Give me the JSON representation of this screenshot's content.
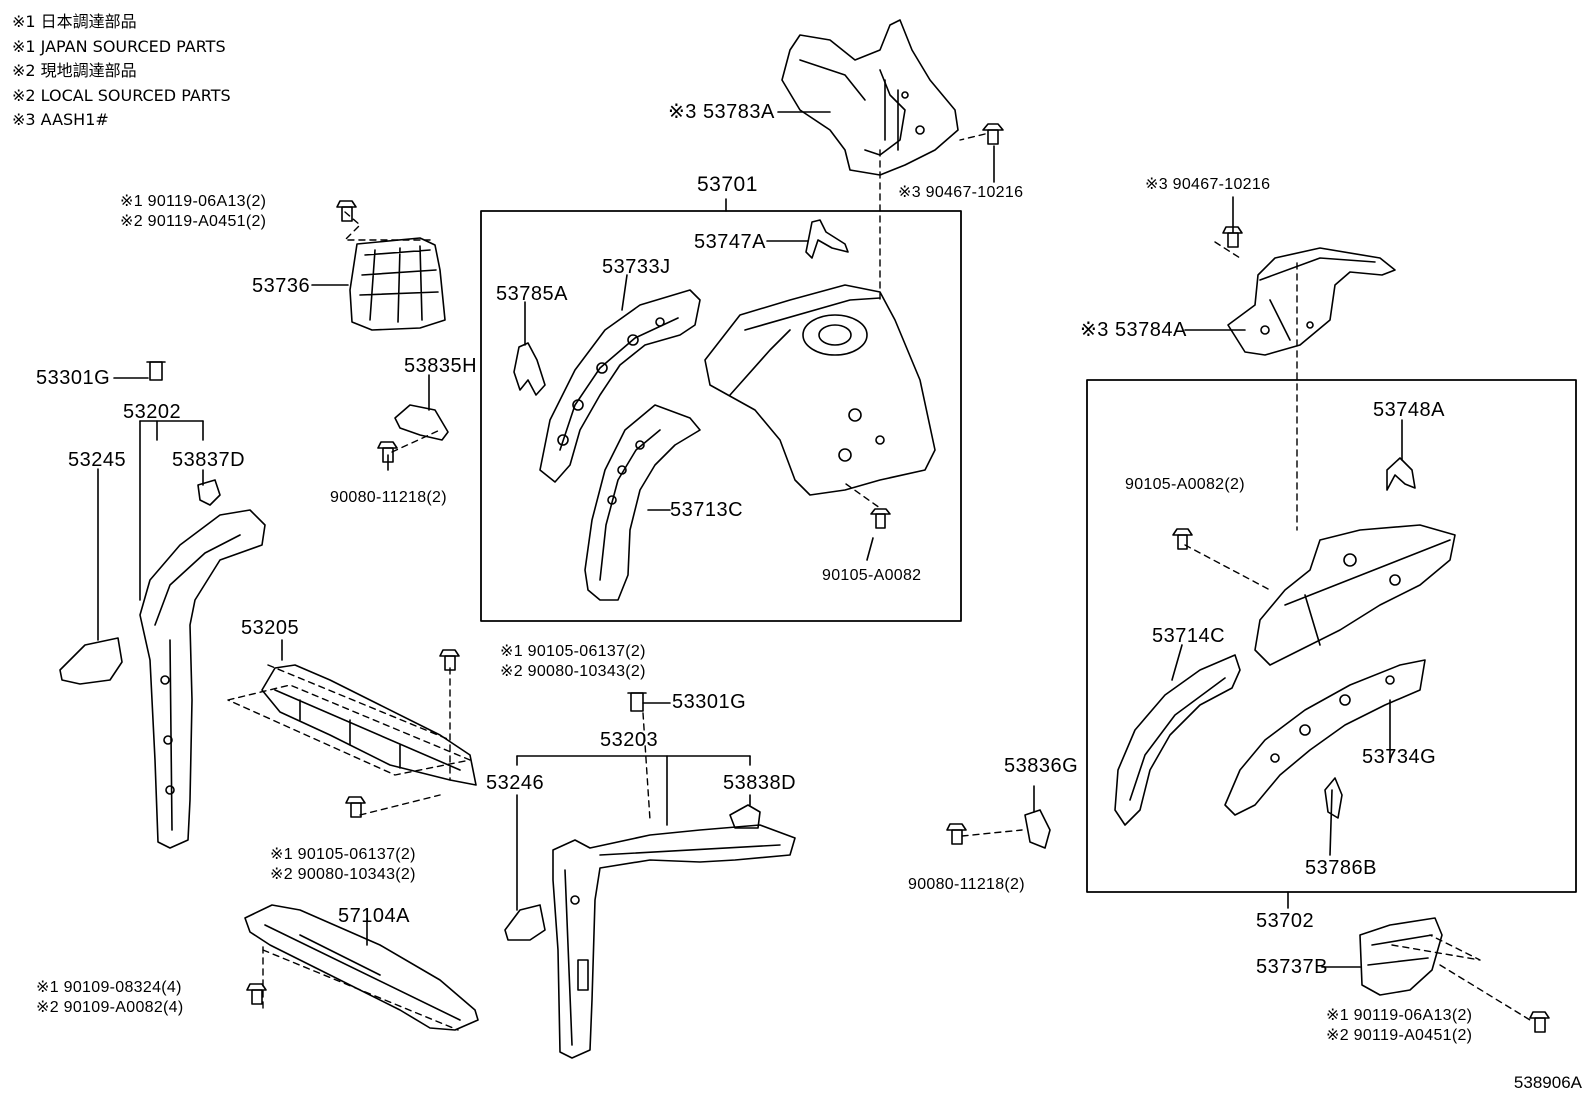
{
  "notes": [
    "※1 日本調達部品",
    "※1 JAPAN SOURCED PARTS",
    "※2 現地調達部品",
    "※2 LOCAL SOURCED PARTS",
    "※3 AASH1#"
  ],
  "figure_code": "538906A",
  "callouts": {
    "p53783A": "※3 53783A",
    "p90467_a": "※3 90467-10216",
    "p53701": "53701",
    "p53747A": "53747A",
    "p53733J": "53733J",
    "p53785A": "53785A",
    "p53713C": "53713C",
    "p90105_A0082": "90105-A0082",
    "p90119_top_1": "※1 90119-06A13(2)",
    "p90119_top_2": "※2 90119-A0451(2)",
    "p53736": "53736",
    "p53835H": "53835H",
    "p90080_a": "90080-11218(2)",
    "p53301G_a": "53301G",
    "p53202": "53202",
    "p53245": "53245",
    "p53837D": "53837D",
    "p53205": "53205",
    "p90105_mid_1": "※1 90105-06137(2)",
    "p90080_mid_2": "※2 90080-10343(2)",
    "p53301G_b": "53301G",
    "p53203": "53203",
    "p53246": "53246",
    "p53838D": "53838D",
    "p90105_low_1": "※1 90105-06137(2)",
    "p90080_low_2": "※2 90080-10343(2)",
    "p57104A": "57104A",
    "p90109_1": "※1 90109-08324(4)",
    "p90109_2": "※2 90109-A0082(4)",
    "p90467_b": "※3 90467-10216",
    "p53784A": "※3 53784A",
    "p53748A": "53748A",
    "p90105_A0082_2": "90105-A0082(2)",
    "p53714C": "53714C",
    "p53734G": "53734G",
    "p53836G": "53836G",
    "p90080_b": "90080-11218(2)",
    "p53786B": "53786B",
    "p53702": "53702",
    "p53737B": "53737B",
    "p90119_bot_1": "※1 90119-06A13(2)",
    "p90119_bot_2": "※2 90119-A0451(2)"
  }
}
